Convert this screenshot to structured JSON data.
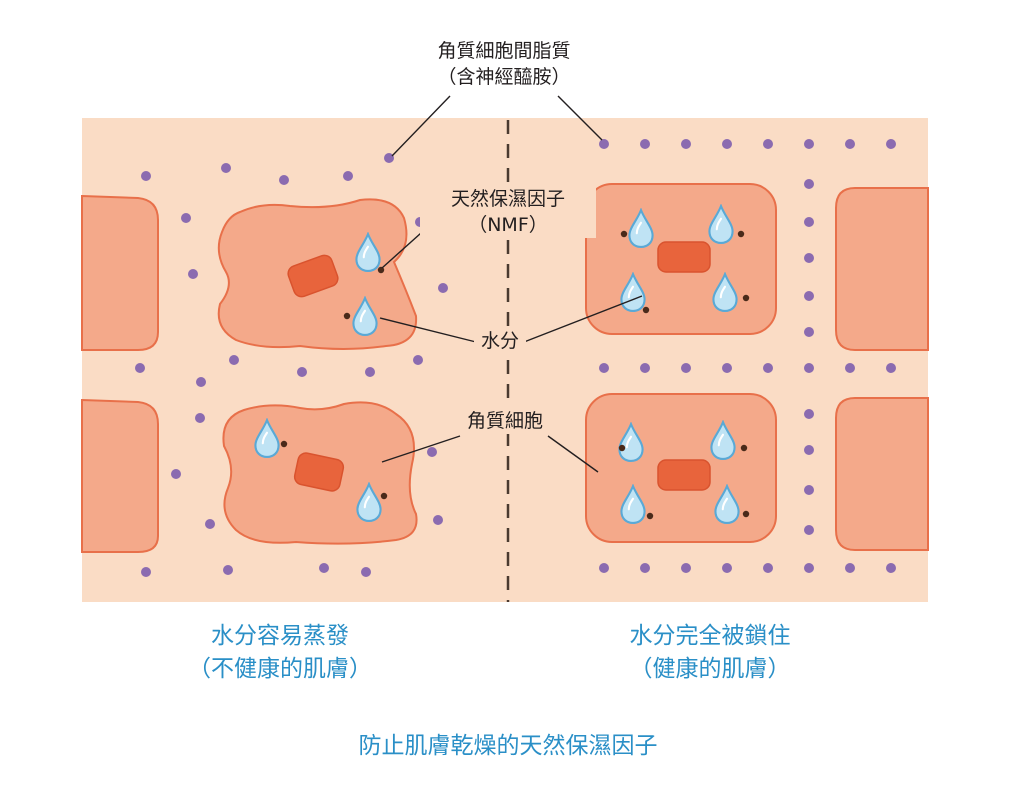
{
  "labels": {
    "lipid_line1": "角質細胞間脂質",
    "lipid_line2": "（含神經醯胺）",
    "nmf_line1": "天然保濕因子",
    "nmf_line2": "（NMF）",
    "water": "水分",
    "corneocyte": "角質細胞"
  },
  "captions": {
    "left_line1": "水分容易蒸發",
    "left_line2": "（不健康的肌膚）",
    "right_line1": "水分完全被鎖住",
    "right_line2": "（健康的肌膚）"
  },
  "title": "防止肌膚乾燥的天然保濕因子",
  "colors": {
    "background_band": "#fadcc5",
    "cell_fill": "#f4a98a",
    "cell_stroke": "#e8704a",
    "nucleus_fill": "#e8643c",
    "lipid_dot": "#8b6bb0",
    "water_drop": "#bfe3f4",
    "water_drop_stroke": "#5aa9d6",
    "nmf_dot": "#4a2a1a",
    "caption_text": "#2a8fc7"
  }
}
